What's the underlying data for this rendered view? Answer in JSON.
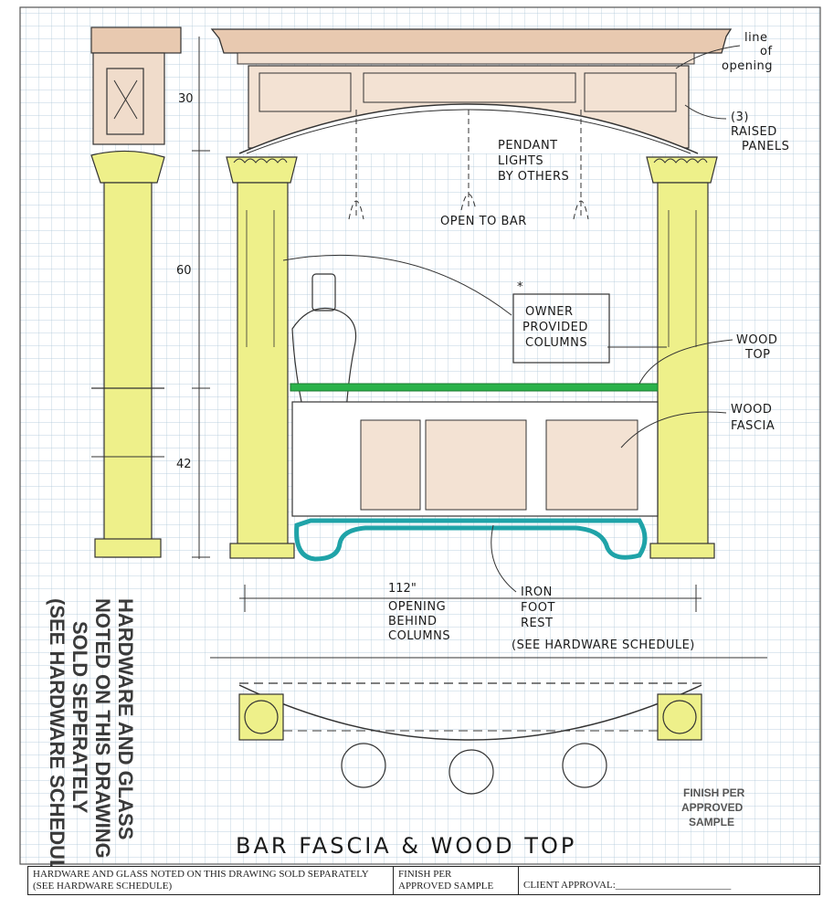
{
  "drawing": {
    "title": "BAR FASCIA & WOOD TOP",
    "dimensions": {
      "top_panel": "30",
      "mid": "60",
      "bar_height": "42",
      "opening_width": "112\"",
      "opening_note_line1": "OPENING",
      "opening_note_line2": "BEHIND",
      "opening_note_line3": "COLUMNS"
    },
    "annotations": {
      "line_of_opening_1": "line",
      "line_of_opening_2": "of",
      "line_of_opening_3": "opening",
      "raised_panels_1": "(3)",
      "raised_panels_2": "RAISED",
      "raised_panels_3": "PANELS",
      "pendant_1": "PENDANT",
      "pendant_2": "LIGHTS",
      "pendant_3": "BY OTHERS",
      "open_to_bar": "OPEN TO BAR",
      "owner_asterisk": "*",
      "owner_1": "OWNER",
      "owner_2": "PROVIDED",
      "owner_3": "COLUMNS",
      "wood_top_1": "WOOD",
      "wood_top_2": "TOP",
      "wood_fascia_1": "WOOD",
      "wood_fascia_2": "FASCIA",
      "footrest_1": "IRON",
      "footrest_2": "FOOT",
      "footrest_3": "REST",
      "footrest_4": "(SEE HARDWARE SCHEDULE)"
    },
    "stamp_vertical": [
      "HARDWARE AND GLASS",
      "NOTED ON THIS DRAWING",
      "SOLD SEPERATELY",
      "(SEE HARDWARE SCHEDULE)"
    ],
    "stamp_finish": [
      "FINISH PER",
      "APPROVED",
      "SAMPLE"
    ]
  },
  "titleblock": {
    "note_line1": "HARDWARE AND GLASS NOTED ON THIS DRAWING SOLD SEPARATELY",
    "note_line2": "(SEE HARDWARE SCHEDULE)",
    "finish_line1": "FINISH PER",
    "finish_line2": "APPROVED SAMPLE",
    "approval_label": "CLIENT APPROVAL:_______________________"
  },
  "colors": {
    "grid": "#a9c4d6",
    "column_fill": "#eef08a",
    "wood_tone": "#e8c9b0",
    "wood_top": "#2bb24a",
    "foot_rail": "#1fa3a8",
    "ink": "#1a1a1a"
  }
}
